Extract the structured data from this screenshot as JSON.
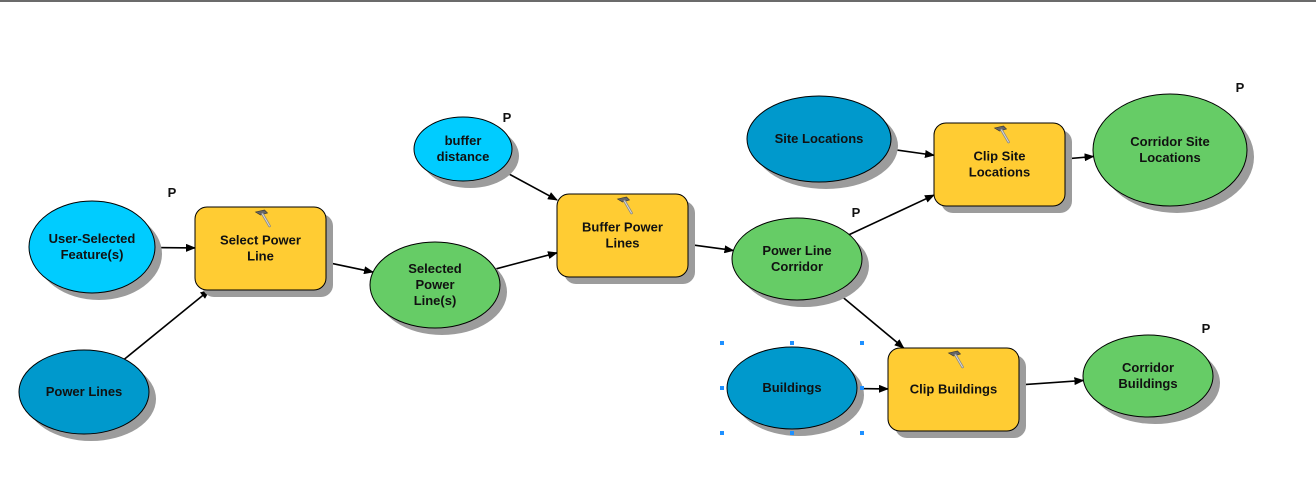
{
  "diagram": {
    "title": "ModelBuilder model",
    "colors": {
      "input_data": "#0099cc",
      "input_value": "#00ccff",
      "tool": "#ffcc33",
      "derived_data": "#66cc66",
      "shadow": "#9c9c9c",
      "outline": "#000000",
      "selection_handle": "#1e90ff"
    },
    "parameter_marker": "P",
    "nodes": [
      {
        "id": "user_selected_feature",
        "type": "input_value",
        "lines": [
          "User-Selected",
          "Feature(s)"
        ],
        "parameter": true
      },
      {
        "id": "power_lines",
        "type": "input_data",
        "lines": [
          "Power Lines"
        ],
        "parameter": false
      },
      {
        "id": "select_power_line",
        "type": "tool",
        "lines": [
          "Select Power",
          "Line"
        ],
        "icon": "hammer-icon"
      },
      {
        "id": "selected_power_lines",
        "type": "derived_data",
        "lines": [
          "Selected",
          "Power",
          "Line(s)"
        ],
        "parameter": false
      },
      {
        "id": "buffer_distance",
        "type": "input_value",
        "lines": [
          "buffer",
          "distance"
        ],
        "parameter": true
      },
      {
        "id": "buffer_power_lines",
        "type": "tool",
        "lines": [
          "Buffer Power",
          "Lines"
        ],
        "icon": "hammer-icon"
      },
      {
        "id": "power_line_corridor",
        "type": "derived_data",
        "lines": [
          "Power Line",
          "Corridor"
        ],
        "parameter": true
      },
      {
        "id": "site_locations",
        "type": "input_data",
        "lines": [
          "Site Locations"
        ],
        "parameter": false
      },
      {
        "id": "clip_site_locations",
        "type": "tool",
        "lines": [
          "Clip Site",
          "Locations"
        ],
        "icon": "hammer-icon"
      },
      {
        "id": "corridor_site_locations",
        "type": "derived_data",
        "lines": [
          "Corridor Site",
          "Locations"
        ],
        "parameter": true
      },
      {
        "id": "buildings",
        "type": "input_data",
        "lines": [
          "Buildings"
        ],
        "parameter": false,
        "selected": true
      },
      {
        "id": "clip_buildings",
        "type": "tool",
        "lines": [
          "Clip Buildings"
        ],
        "icon": "hammer-icon"
      },
      {
        "id": "corridor_buildings",
        "type": "derived_data",
        "lines": [
          "Corridor",
          "Buildings"
        ],
        "parameter": true
      }
    ],
    "edges": [
      {
        "from": "user_selected_feature",
        "to": "select_power_line"
      },
      {
        "from": "power_lines",
        "to": "select_power_line"
      },
      {
        "from": "select_power_line",
        "to": "selected_power_lines"
      },
      {
        "from": "selected_power_lines",
        "to": "buffer_power_lines"
      },
      {
        "from": "buffer_distance",
        "to": "buffer_power_lines"
      },
      {
        "from": "buffer_power_lines",
        "to": "power_line_corridor"
      },
      {
        "from": "site_locations",
        "to": "clip_site_locations"
      },
      {
        "from": "power_line_corridor",
        "to": "clip_site_locations"
      },
      {
        "from": "clip_site_locations",
        "to": "corridor_site_locations"
      },
      {
        "from": "power_line_corridor",
        "to": "clip_buildings"
      },
      {
        "from": "buildings",
        "to": "clip_buildings"
      },
      {
        "from": "clip_buildings",
        "to": "corridor_buildings"
      }
    ]
  }
}
